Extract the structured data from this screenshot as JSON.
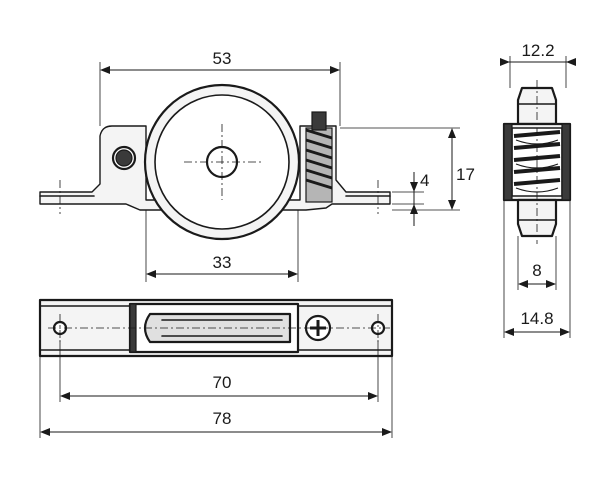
{
  "dimensions": {
    "overall_height": "53",
    "wheel_diameter": "33",
    "base_height": "17",
    "base_offset": "4",
    "side_top_width": "12.2",
    "side_inner_width": "8",
    "side_outer_width": "14.8",
    "hole_spacing": "70",
    "overall_length": "78"
  }
}
